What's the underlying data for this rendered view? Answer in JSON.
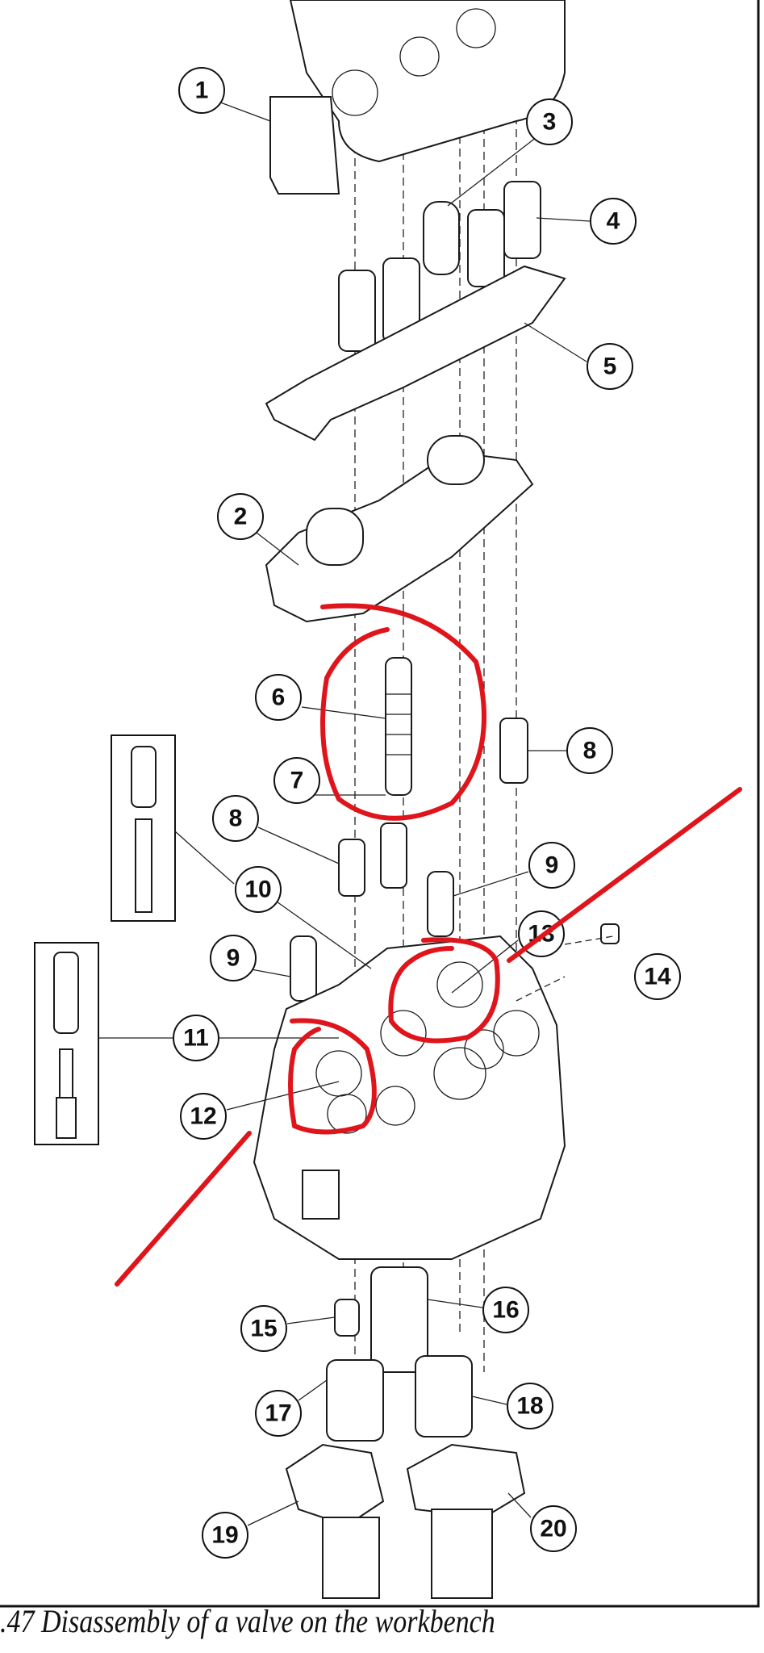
{
  "figure": {
    "caption": ".47  Disassembly of a valve on the workbench",
    "callouts": [
      "1",
      "2",
      "3",
      "4",
      "5",
      "6",
      "7",
      "8",
      "8",
      "9",
      "9",
      "10",
      "11",
      "12",
      "13",
      "14",
      "15",
      "16",
      "17",
      "18",
      "19",
      "20"
    ],
    "annotation_color": "#e0141b"
  }
}
